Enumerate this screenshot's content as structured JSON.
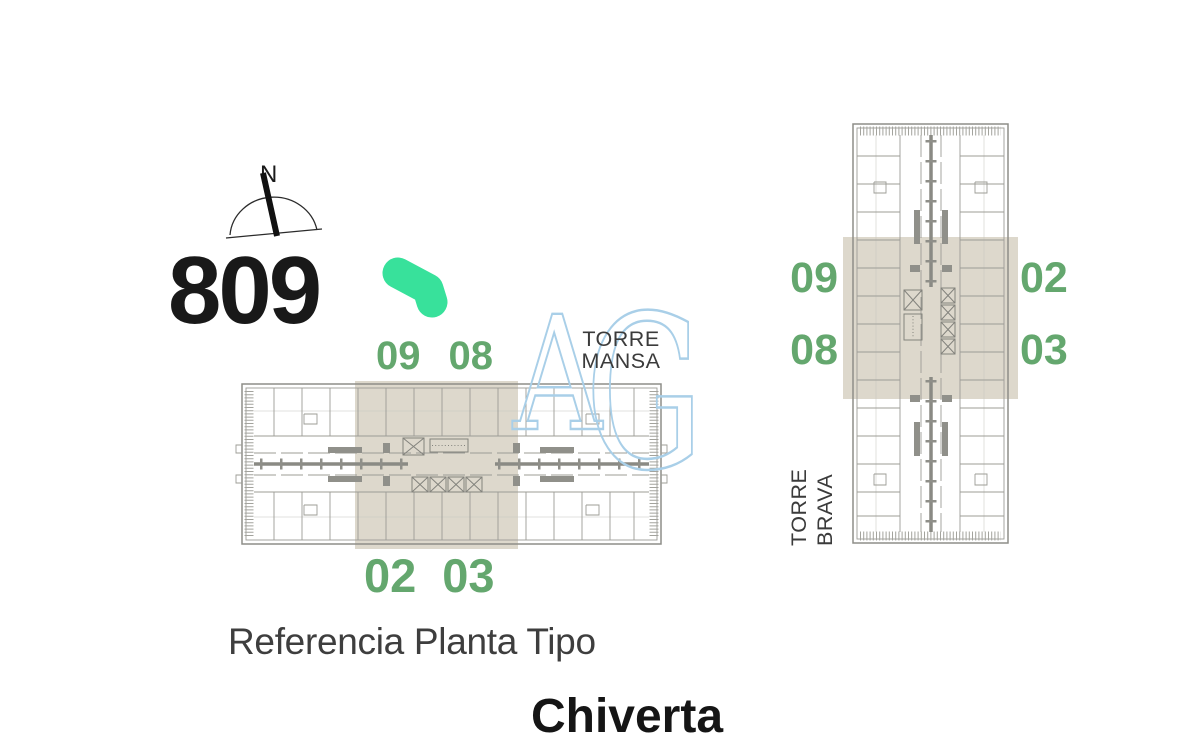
{
  "page": {
    "brand": "Chiverta",
    "caption": "Referencia Planta Tipo"
  },
  "unit": {
    "number": "809"
  },
  "compass": {
    "north_label": "N"
  },
  "watermark": {
    "letter_a": "A",
    "letter_g": "G"
  },
  "torre_mansa": {
    "name": [
      "TORRE",
      "MANSA"
    ],
    "units_top": [
      "09",
      "08"
    ],
    "units_bottom": [
      "02",
      "03"
    ]
  },
  "torre_brava": {
    "name": [
      "TORRE",
      "BRAVA"
    ],
    "units_left": [
      "09",
      "08"
    ],
    "units_right": [
      "02",
      "03"
    ]
  },
  "colors": {
    "highlight_green": "#38e19b",
    "unit_label_green": "#64a76e",
    "plan_highlight_tan": "#d9d4c6",
    "plan_line_gray": "#9c9c96",
    "watermark_blue": "#a9cfe8",
    "text_dark": "#3b3b3b",
    "text_black": "#191919"
  }
}
